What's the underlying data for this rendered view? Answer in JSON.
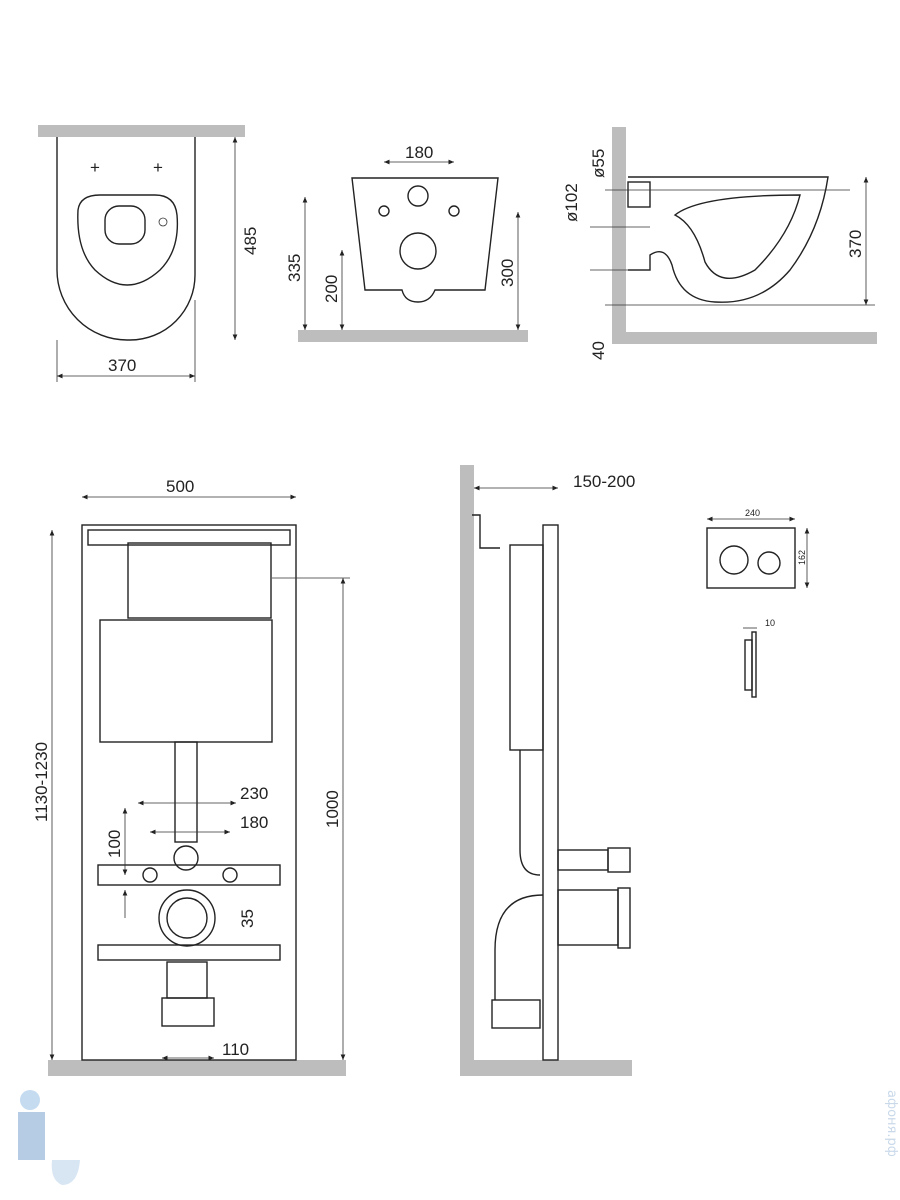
{
  "drawing": {
    "bowl_top": {
      "width": "370",
      "depth": "485"
    },
    "bowl_rear": {
      "hole_spacing": "180",
      "bolt_height": "335",
      "outlet_height": "200",
      "total_height": "300"
    },
    "bowl_side": {
      "inlet_diameter": "ø55",
      "outlet_diameter": "ø102",
      "height": "370",
      "floor_gap": "40"
    },
    "frame_front": {
      "width": "500",
      "height": "1130-1230",
      "outlet_height": "1000",
      "bolt_outer": "230",
      "bolt_inner": "180",
      "bolt_offset": "100",
      "outlet_offset": "35",
      "drain": "110"
    },
    "frame_side": {
      "wall_depth": "150-200"
    },
    "flush_plate": {
      "width": "240",
      "height": "162",
      "thickness": "10"
    }
  },
  "watermark": "афоня.рф"
}
